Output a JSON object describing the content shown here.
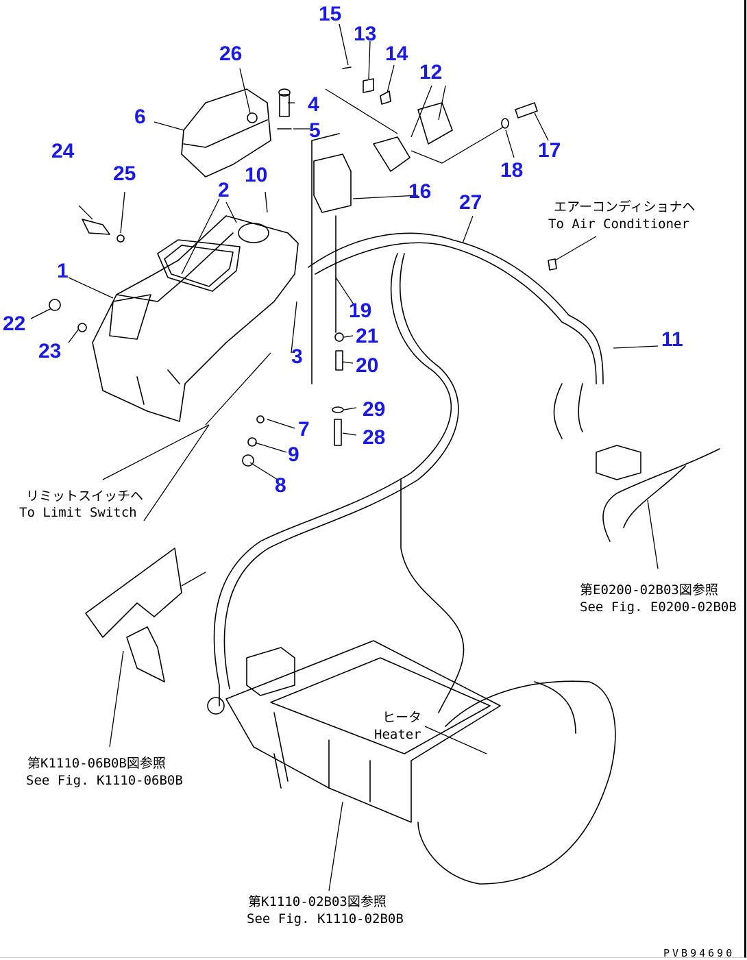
{
  "diagram": {
    "callouts": [
      {
        "id": "1",
        "label": "1"
      },
      {
        "id": "2",
        "label": "2"
      },
      {
        "id": "3",
        "label": "3"
      },
      {
        "id": "4",
        "label": "4"
      },
      {
        "id": "5",
        "label": "5"
      },
      {
        "id": "6",
        "label": "6"
      },
      {
        "id": "7",
        "label": "7"
      },
      {
        "id": "8",
        "label": "8"
      },
      {
        "id": "9",
        "label": "9"
      },
      {
        "id": "10",
        "label": "10"
      },
      {
        "id": "11",
        "label": "11"
      },
      {
        "id": "12",
        "label": "12"
      },
      {
        "id": "13",
        "label": "13"
      },
      {
        "id": "14",
        "label": "14"
      },
      {
        "id": "15",
        "label": "15"
      },
      {
        "id": "16",
        "label": "16"
      },
      {
        "id": "17",
        "label": "17"
      },
      {
        "id": "18",
        "label": "18"
      },
      {
        "id": "19",
        "label": "19"
      },
      {
        "id": "20",
        "label": "20"
      },
      {
        "id": "21",
        "label": "21"
      },
      {
        "id": "22",
        "label": "22"
      },
      {
        "id": "23",
        "label": "23"
      },
      {
        "id": "24",
        "label": "24"
      },
      {
        "id": "25",
        "label": "25"
      },
      {
        "id": "26",
        "label": "26"
      },
      {
        "id": "27",
        "label": "27"
      },
      {
        "id": "28",
        "label": "28"
      },
      {
        "id": "29",
        "label": "29"
      }
    ],
    "notes": {
      "air_conditioner_jp": "エアーコンディショナヘ",
      "air_conditioner_en": "To Air Conditioner",
      "limit_switch_jp": "リミットスイッチヘ",
      "limit_switch_en": "To Limit Switch",
      "fig_e0200_jp": "第E0200-02B03図参照",
      "fig_e0200_en": "See Fig. E0200-02B0B",
      "fig_k1110_06_jp": "第K1110-06B0B図参照",
      "fig_k1110_06_en": "See Fig. K1110-06B0B",
      "fig_k1110_02_jp": "第K1110-02B03図参照",
      "fig_k1110_02_en": "See Fig. K1110-02B0B",
      "heater_jp": "ヒータ",
      "heater_en": "Heater"
    },
    "drawing_code": "PVB94690",
    "label_color": "#1a1ae6"
  }
}
